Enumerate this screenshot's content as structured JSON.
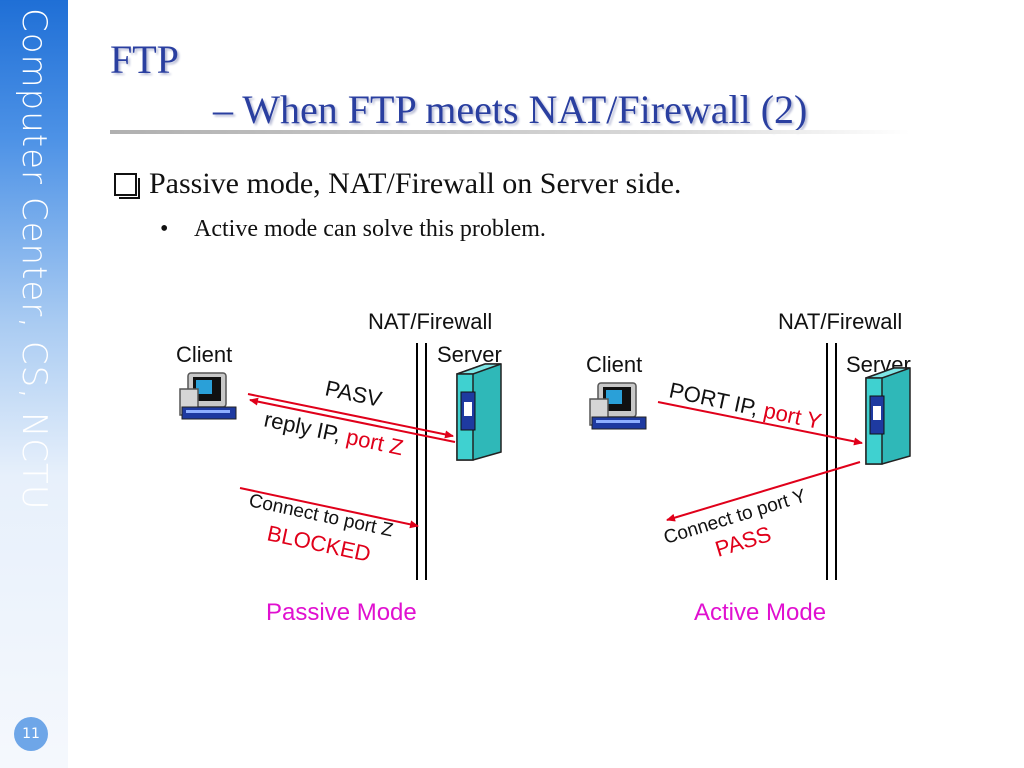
{
  "sidebar": {
    "text": "Computer Center, CS, NCTU",
    "page_number": "11"
  },
  "title": {
    "line1": "FTP",
    "line2": "– When FTP meets NAT/Firewall (2)"
  },
  "bullets": {
    "main": "Passive mode, NAT/Firewall on Server side.",
    "sub": "Active mode can solve this problem."
  },
  "passive": {
    "firewall_label": "NAT/Firewall",
    "client_label": "Client",
    "server_label": "Server",
    "msg1": "PASV",
    "msg2_prefix": "reply IP, ",
    "msg2_highlight": "port Z",
    "msg3": "Connect to port Z",
    "msg3_status": "BLOCKED",
    "caption": "Passive Mode"
  },
  "active": {
    "firewall_label": "NAT/Firewall",
    "client_label": "Client",
    "server_label": "Server",
    "msg1_prefix": "PORT IP, ",
    "msg1_highlight": "port Y",
    "msg2": "Connect to port Y",
    "msg2_status": "PASS",
    "caption": "Active Mode"
  },
  "colors": {
    "title": "#2a3fa0",
    "arrow": "#e0001a",
    "caption": "#e010d0",
    "server": "#3fd1d0"
  }
}
